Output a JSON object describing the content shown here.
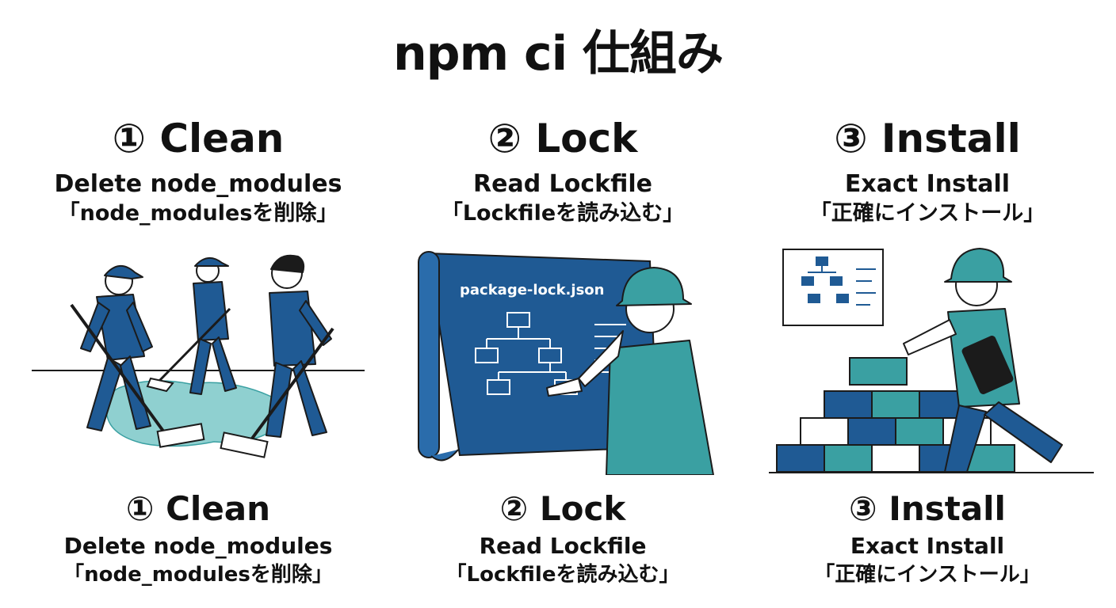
{
  "title": "npm ci 仕組み",
  "steps": [
    {
      "heading": "① Clean",
      "desc_en": "Delete node_modules",
      "desc_jp": "「node_modulesを削除」",
      "footer_heading": "① Clean",
      "footer_desc_en": "Delete node_modules",
      "footer_desc_jp": "「node_modulesを削除」"
    },
    {
      "heading": "② Lock",
      "desc_en": "Read Lockfile",
      "desc_jp": "「Lockfileを読み込む」",
      "blueprint_label": "package-lock.json",
      "footer_heading": "② Lock",
      "footer_desc_en": "Read Lockfile",
      "footer_desc_jp": "「Lockfileを読み込む」"
    },
    {
      "heading": "③ Install",
      "desc_en": "Exact Install",
      "desc_jp": "「正確にインストール」",
      "footer_heading": "③ Install",
      "footer_desc_en": "Exact Install",
      "footer_desc_jp": "「正確にインストール」"
    }
  ],
  "colors": {
    "dark_blue": "#1f5a94",
    "teal": "#3aa0a2",
    "light_teal": "#8fd0d0",
    "outline": "#1b1b1b"
  }
}
